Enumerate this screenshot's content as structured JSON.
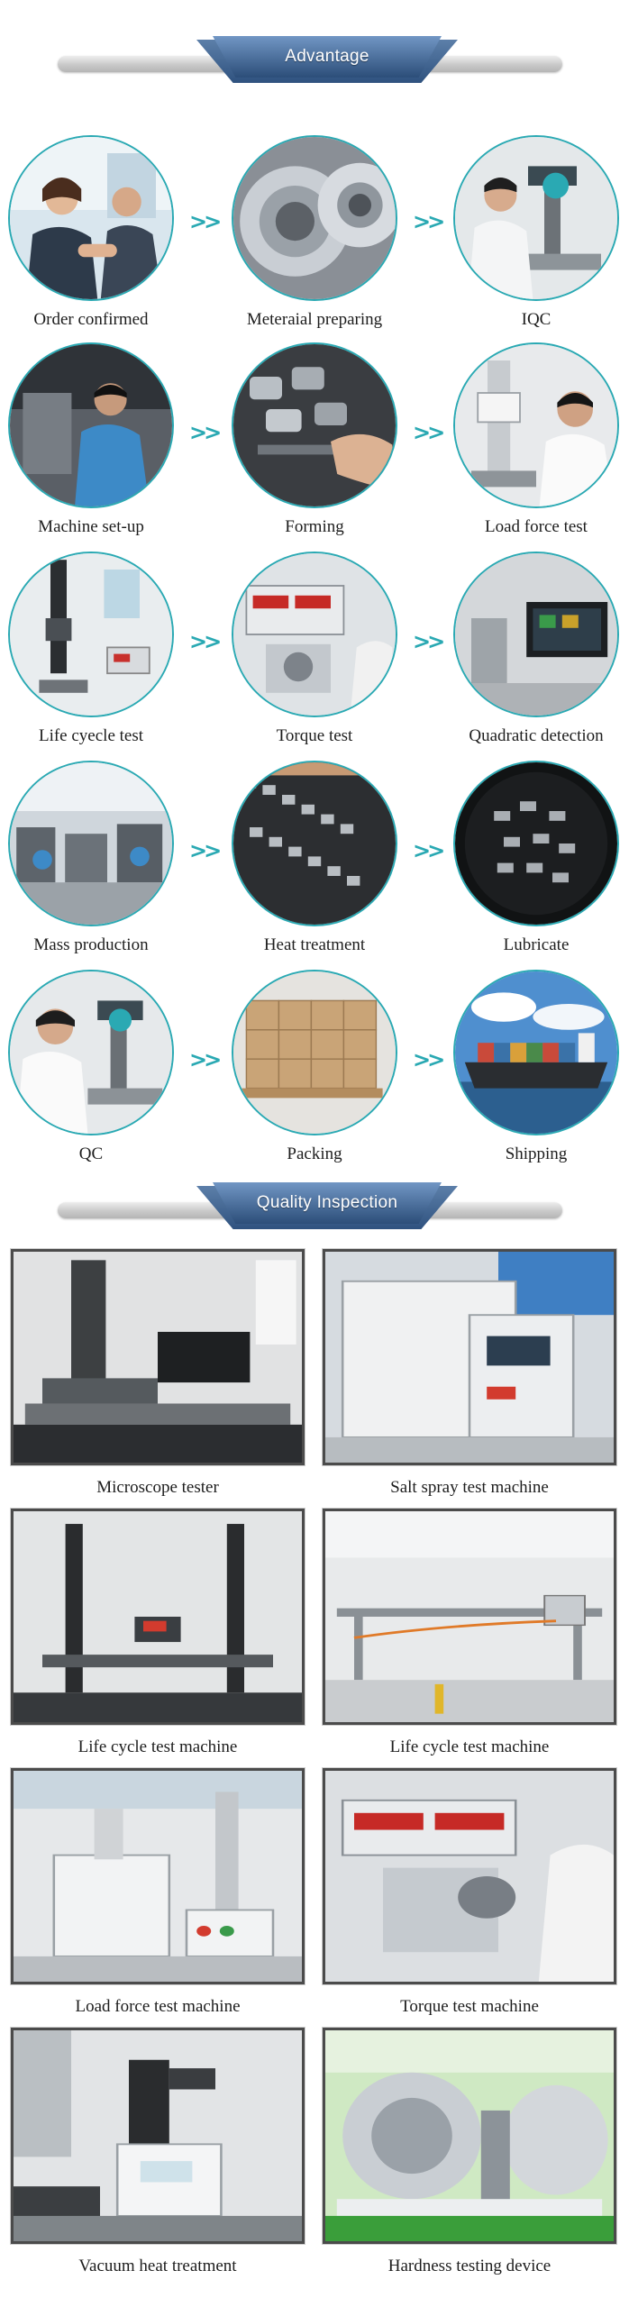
{
  "sections": {
    "advantage": {
      "title": "Advantage"
    },
    "quality_inspection": {
      "title": "Quality Inspection"
    }
  },
  "process": {
    "arrow_glyph": ">>",
    "steps": [
      {
        "label": "Order confirmed",
        "icon": "handshake-photo"
      },
      {
        "label": "Meteraial preparing",
        "icon": "metal-coil-photo"
      },
      {
        "label": "IQC",
        "icon": "microscope-inspection-photo"
      },
      {
        "label": "Machine set-up",
        "icon": "machine-setup-photo"
      },
      {
        "label": "Forming",
        "icon": "forming-parts-photo"
      },
      {
        "label": "Load force test",
        "icon": "load-force-photo"
      },
      {
        "label": "Life cyecle test",
        "icon": "life-cycle-photo"
      },
      {
        "label": "Torque test",
        "icon": "torque-test-photo"
      },
      {
        "label": "Quadratic detection",
        "icon": "quadratic-detection-photo"
      },
      {
        "label": "Mass production",
        "icon": "mass-production-photo"
      },
      {
        "label": "Heat treatment",
        "icon": "heat-treatment-photo"
      },
      {
        "label": "Lubricate",
        "icon": "lubricate-photo"
      },
      {
        "label": "QC",
        "icon": "qc-microscope-photo"
      },
      {
        "label": "Packing",
        "icon": "packing-boxes-photo"
      },
      {
        "label": "Shipping",
        "icon": "cargo-ship-photo"
      }
    ]
  },
  "inspection": {
    "items": [
      {
        "label": "Microscope tester"
      },
      {
        "label": "Salt spray test machine"
      },
      {
        "label": "Life cycle test machine"
      },
      {
        "label": "Life cycle test machine"
      },
      {
        "label": "Load force test machine"
      },
      {
        "label": "Torque test machine"
      },
      {
        "label": "Vacuum heat treatment"
      },
      {
        "label": "Hardness testing device"
      }
    ]
  },
  "colors": {
    "accent_teal": "#2aa9b3",
    "banner_blue": "#3b5f8f",
    "frame_dark": "#4b4b4b"
  }
}
